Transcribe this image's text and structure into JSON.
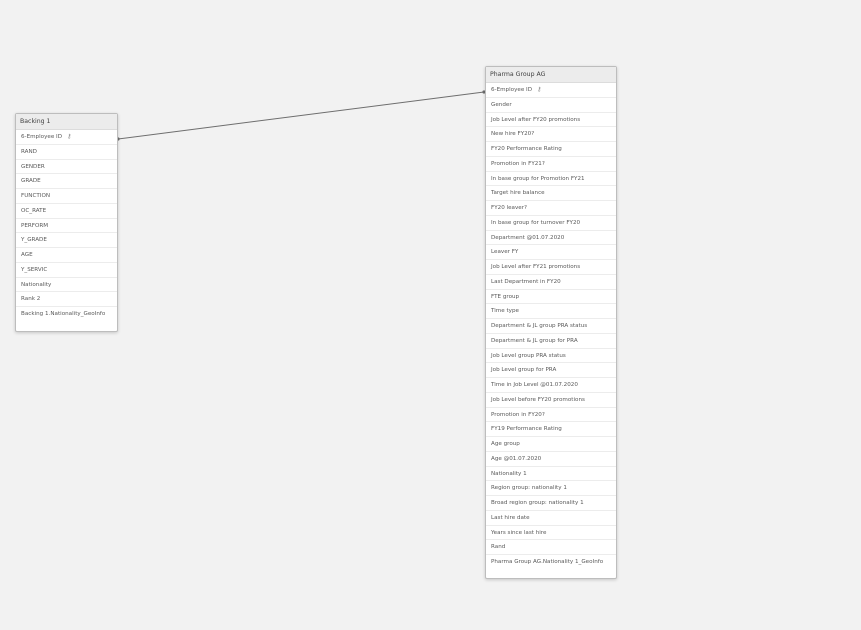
{
  "tables": {
    "left": {
      "title": "Backing 1",
      "fields": [
        "6-Employee ID",
        "RAND",
        "GENDER",
        "GRADE",
        "FUNCTION",
        "OC_RATE",
        "PERFORM",
        "Y_GRADE",
        "AGE",
        "Y_SERVIC",
        "Nationality",
        "Rank 2",
        "Backing 1.Nationality_GeoInfo"
      ],
      "key_icon": "key-icon"
    },
    "right": {
      "title": "Pharma Group AG",
      "fields": [
        "6-Employee ID",
        "Gender",
        "Job Level after FY20 promotions",
        "New hire FY20?",
        "FY20 Performance Rating",
        "Promotion in FY21?",
        "In base group for Promotion FY21",
        "Target hire balance",
        "FY20 leaver?",
        "In base group for turnover FY20",
        "Department @01.07.2020",
        "Leaver FY",
        "Job Level after FY21 promotions",
        "Last Department in FY20",
        "FTE group",
        "Time type",
        "Department & JL group PRA status",
        "Department & JL group for PRA",
        "Job Level group PRA status",
        "Job Level group for PRA",
        "Time in Job Level @01.07.2020",
        "Job Level before FY20 promotions",
        "Promotion in FY20?",
        "FY19 Performance Rating",
        "Age group",
        "Age @01.07.2020",
        "Nationality 1",
        "Region group: nationality 1",
        "Broad region group: nationality 1",
        "Last hire date",
        "Years since last hire",
        "Rand",
        "Pharma Group AG.Nationality 1_GeoInfo"
      ],
      "key_icon": "key-icon"
    }
  },
  "colors": {
    "background": "#f2f2f2",
    "card": "#ffffff",
    "header": "#ececec",
    "connector": "#6e6e6e"
  }
}
